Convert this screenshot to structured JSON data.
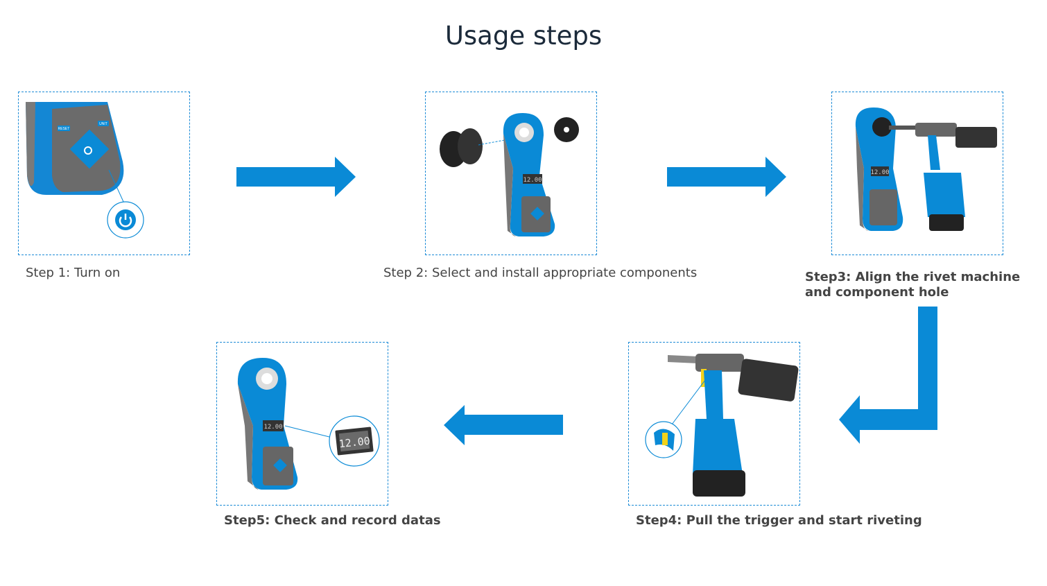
{
  "title": "Usage steps",
  "steps": [
    {
      "label": "Step 1: Turn on",
      "device_buttons": [
        "RESET",
        "UNIT"
      ]
    },
    {
      "label": "Step 2: Select and install appropriate components",
      "display": "12.00"
    },
    {
      "label": "Step3: Align the rivet machine and component hole",
      "display": "12.00"
    },
    {
      "label": "Step4: Pull the trigger and start riveting"
    },
    {
      "label": "Step5: Check and record datas",
      "display": "12.00"
    }
  ],
  "colors": {
    "accent": "#0a8ad6",
    "device_gray": "#6b6b6b",
    "title": "#1b2a3a"
  }
}
